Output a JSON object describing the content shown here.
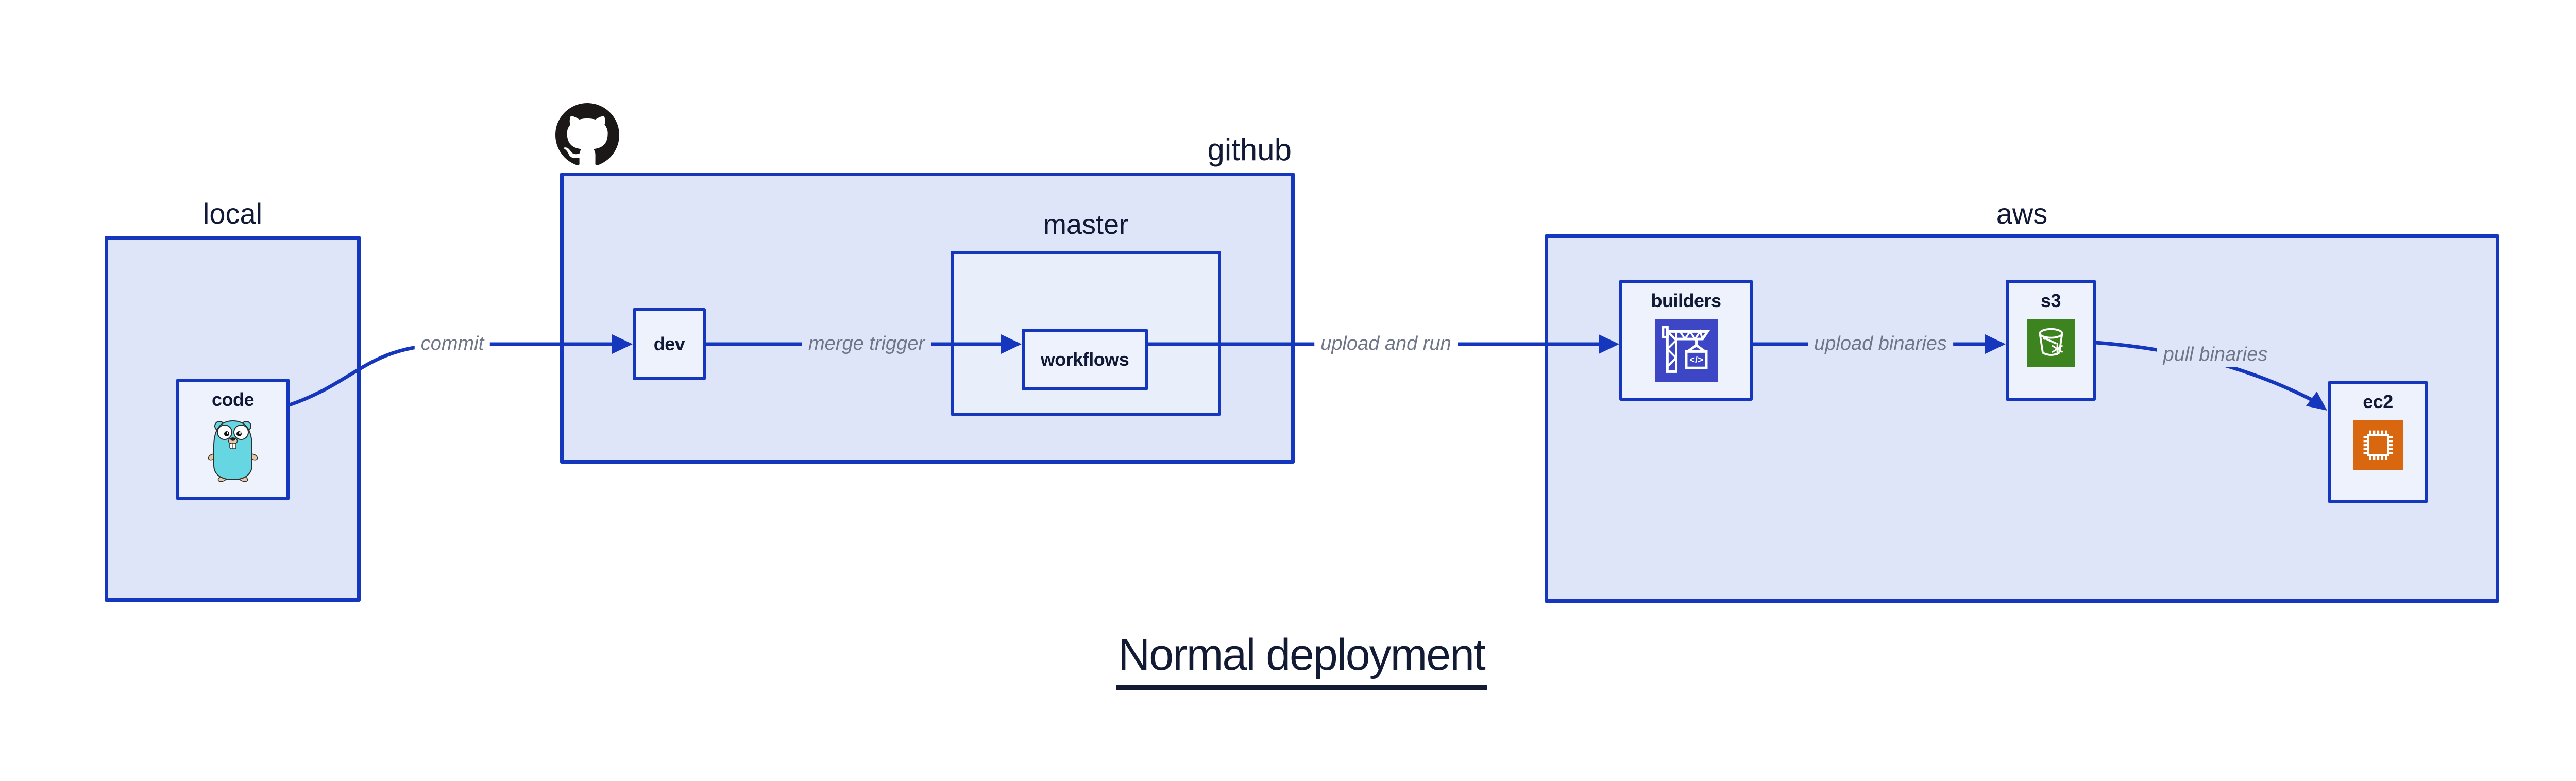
{
  "diagram_title": "Normal deployment",
  "groups": {
    "local": {
      "label": "local"
    },
    "github": {
      "label": "github"
    },
    "master": {
      "label": "master"
    },
    "aws": {
      "label": "aws"
    }
  },
  "nodes": {
    "code": {
      "label": "code"
    },
    "dev": {
      "label": "dev"
    },
    "workflows": {
      "label": "workflows"
    },
    "builders": {
      "label": "builders"
    },
    "s3": {
      "label": "s3"
    },
    "ec2": {
      "label": "ec2"
    }
  },
  "edges": {
    "commit": {
      "label": "commit",
      "from": "code",
      "to": "dev"
    },
    "merge_trigger": {
      "label": "merge trigger",
      "from": "dev",
      "to": "workflows"
    },
    "upload_and_run": {
      "label": "upload and run",
      "from": "workflows",
      "to": "builders"
    },
    "upload_binaries": {
      "label": "upload binaries",
      "from": "builders",
      "to": "s3"
    },
    "pull_binaries": {
      "label": "pull binaries",
      "from": "s3",
      "to": "ec2"
    }
  },
  "icons": {
    "github_octocat": "github-logo",
    "code_gopher": "go-gopher",
    "builders_codebuild": "aws-codebuild-crane",
    "s3_bucket": "s3-glacier-bucket",
    "ec2_chip": "ec2-processor-chip",
    "codebuild_glyph": "</>"
  },
  "colors": {
    "box_border": "#1537bd",
    "arrow": "#1537bd",
    "group_fill": "#dfe5f8",
    "master_fill": "#e9eefb",
    "node_fill": "#eef2fc",
    "label_text": "#111936",
    "edge_label_text": "#6f7687",
    "title_text": "#131a33",
    "octocat": "#1b1817",
    "codebuild_bg": "#3d46c4",
    "s3_bg": "#3d8420",
    "ec2_bg": "#d9670f",
    "gopher_body": "#66d6e2"
  }
}
